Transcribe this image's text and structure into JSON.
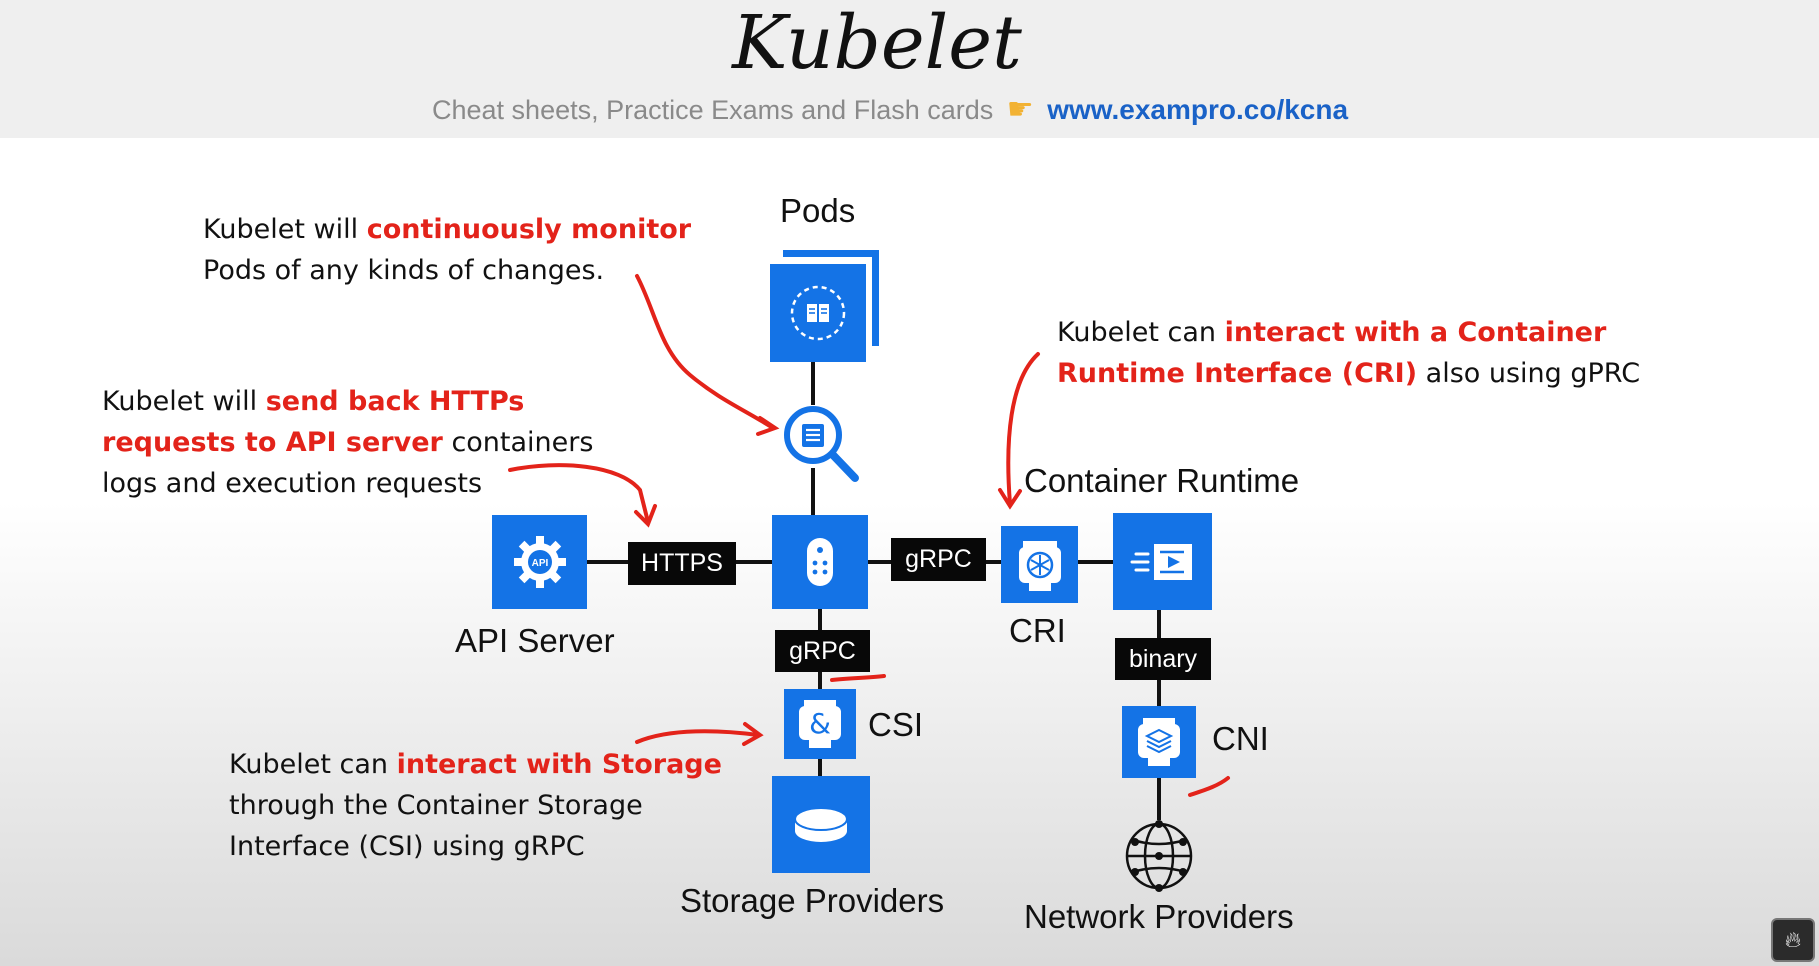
{
  "header": {
    "title": "Kubelet",
    "subtitle": "Cheat sheets, Practice Exams and Flash cards",
    "link": "www.exampro.co/kcna"
  },
  "notes": {
    "monitor": {
      "pre": "Kubelet will ",
      "highlight": "continuously monitor",
      "line2": "Pods of any kinds of changes."
    },
    "https": {
      "pre": "Kubelet will ",
      "highlight1": "send back HTTPs",
      "highlight2": "requests to API server",
      "post2": " containers",
      "line3": "logs and execution requests"
    },
    "cri": {
      "pre": "Kubelet can ",
      "highlight1": "interact with a Container",
      "highlight2": "Runtime Interface (CRI)",
      "post2": " also using gPRC"
    },
    "storage": {
      "pre": "Kubelet can ",
      "highlight": "interact with Storage",
      "line2": "through the Container Storage",
      "line3": "Interface (CSI) using gRPC"
    }
  },
  "diagram": {
    "pods": "Pods",
    "api_server": "API Server",
    "container_runtime": "Container Runtime",
    "cri": "CRI",
    "csi": "CSI",
    "cni": "CNI",
    "storage_providers": "Storage Providers",
    "network_providers": "Network Providers",
    "tag_https": "HTTPS",
    "tag_grpc_right": "gRPC",
    "tag_grpc_down": "gRPC",
    "tag_binary": "binary",
    "api_icon_text": "API"
  },
  "colors": {
    "accent": "#1473e6",
    "highlight": "#e3231a",
    "link": "#1a62c7"
  }
}
